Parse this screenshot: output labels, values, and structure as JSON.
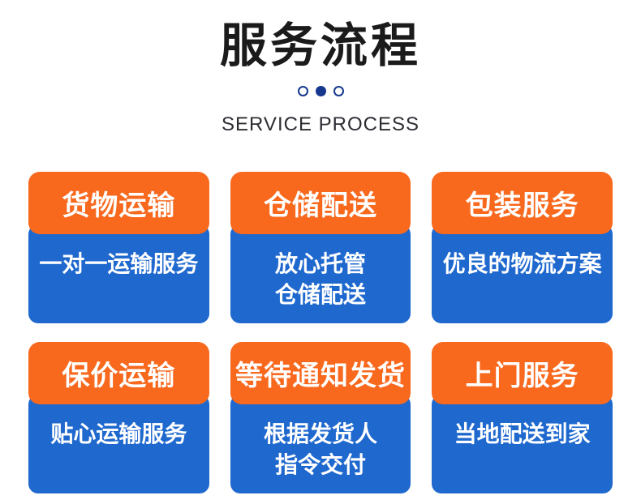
{
  "colors": {
    "orange": "#f8691e",
    "blue": "#1e68ce",
    "navy": "#16388e",
    "title": "#1b1b1b",
    "subtitle": "#2c2c33"
  },
  "header": {
    "title": "服务流程",
    "subtitle": "SERVICE PROCESS",
    "dots": [
      "outline",
      "filled",
      "outline"
    ]
  },
  "cards": [
    {
      "title": "货物运输",
      "lines": [
        "一对一运输服务"
      ]
    },
    {
      "title": "仓储配送",
      "lines": [
        "放心托管",
        "仓储配送"
      ]
    },
    {
      "title": "包装服务",
      "lines": [
        "优良的物流方案"
      ]
    },
    {
      "title": "保价运输",
      "lines": [
        "贴心运输服务"
      ]
    },
    {
      "title": "等待通知发货",
      "lines": [
        "根据发货人",
        "指令交付"
      ]
    },
    {
      "title": "上门服务",
      "lines": [
        "当地配送到家"
      ]
    }
  ]
}
